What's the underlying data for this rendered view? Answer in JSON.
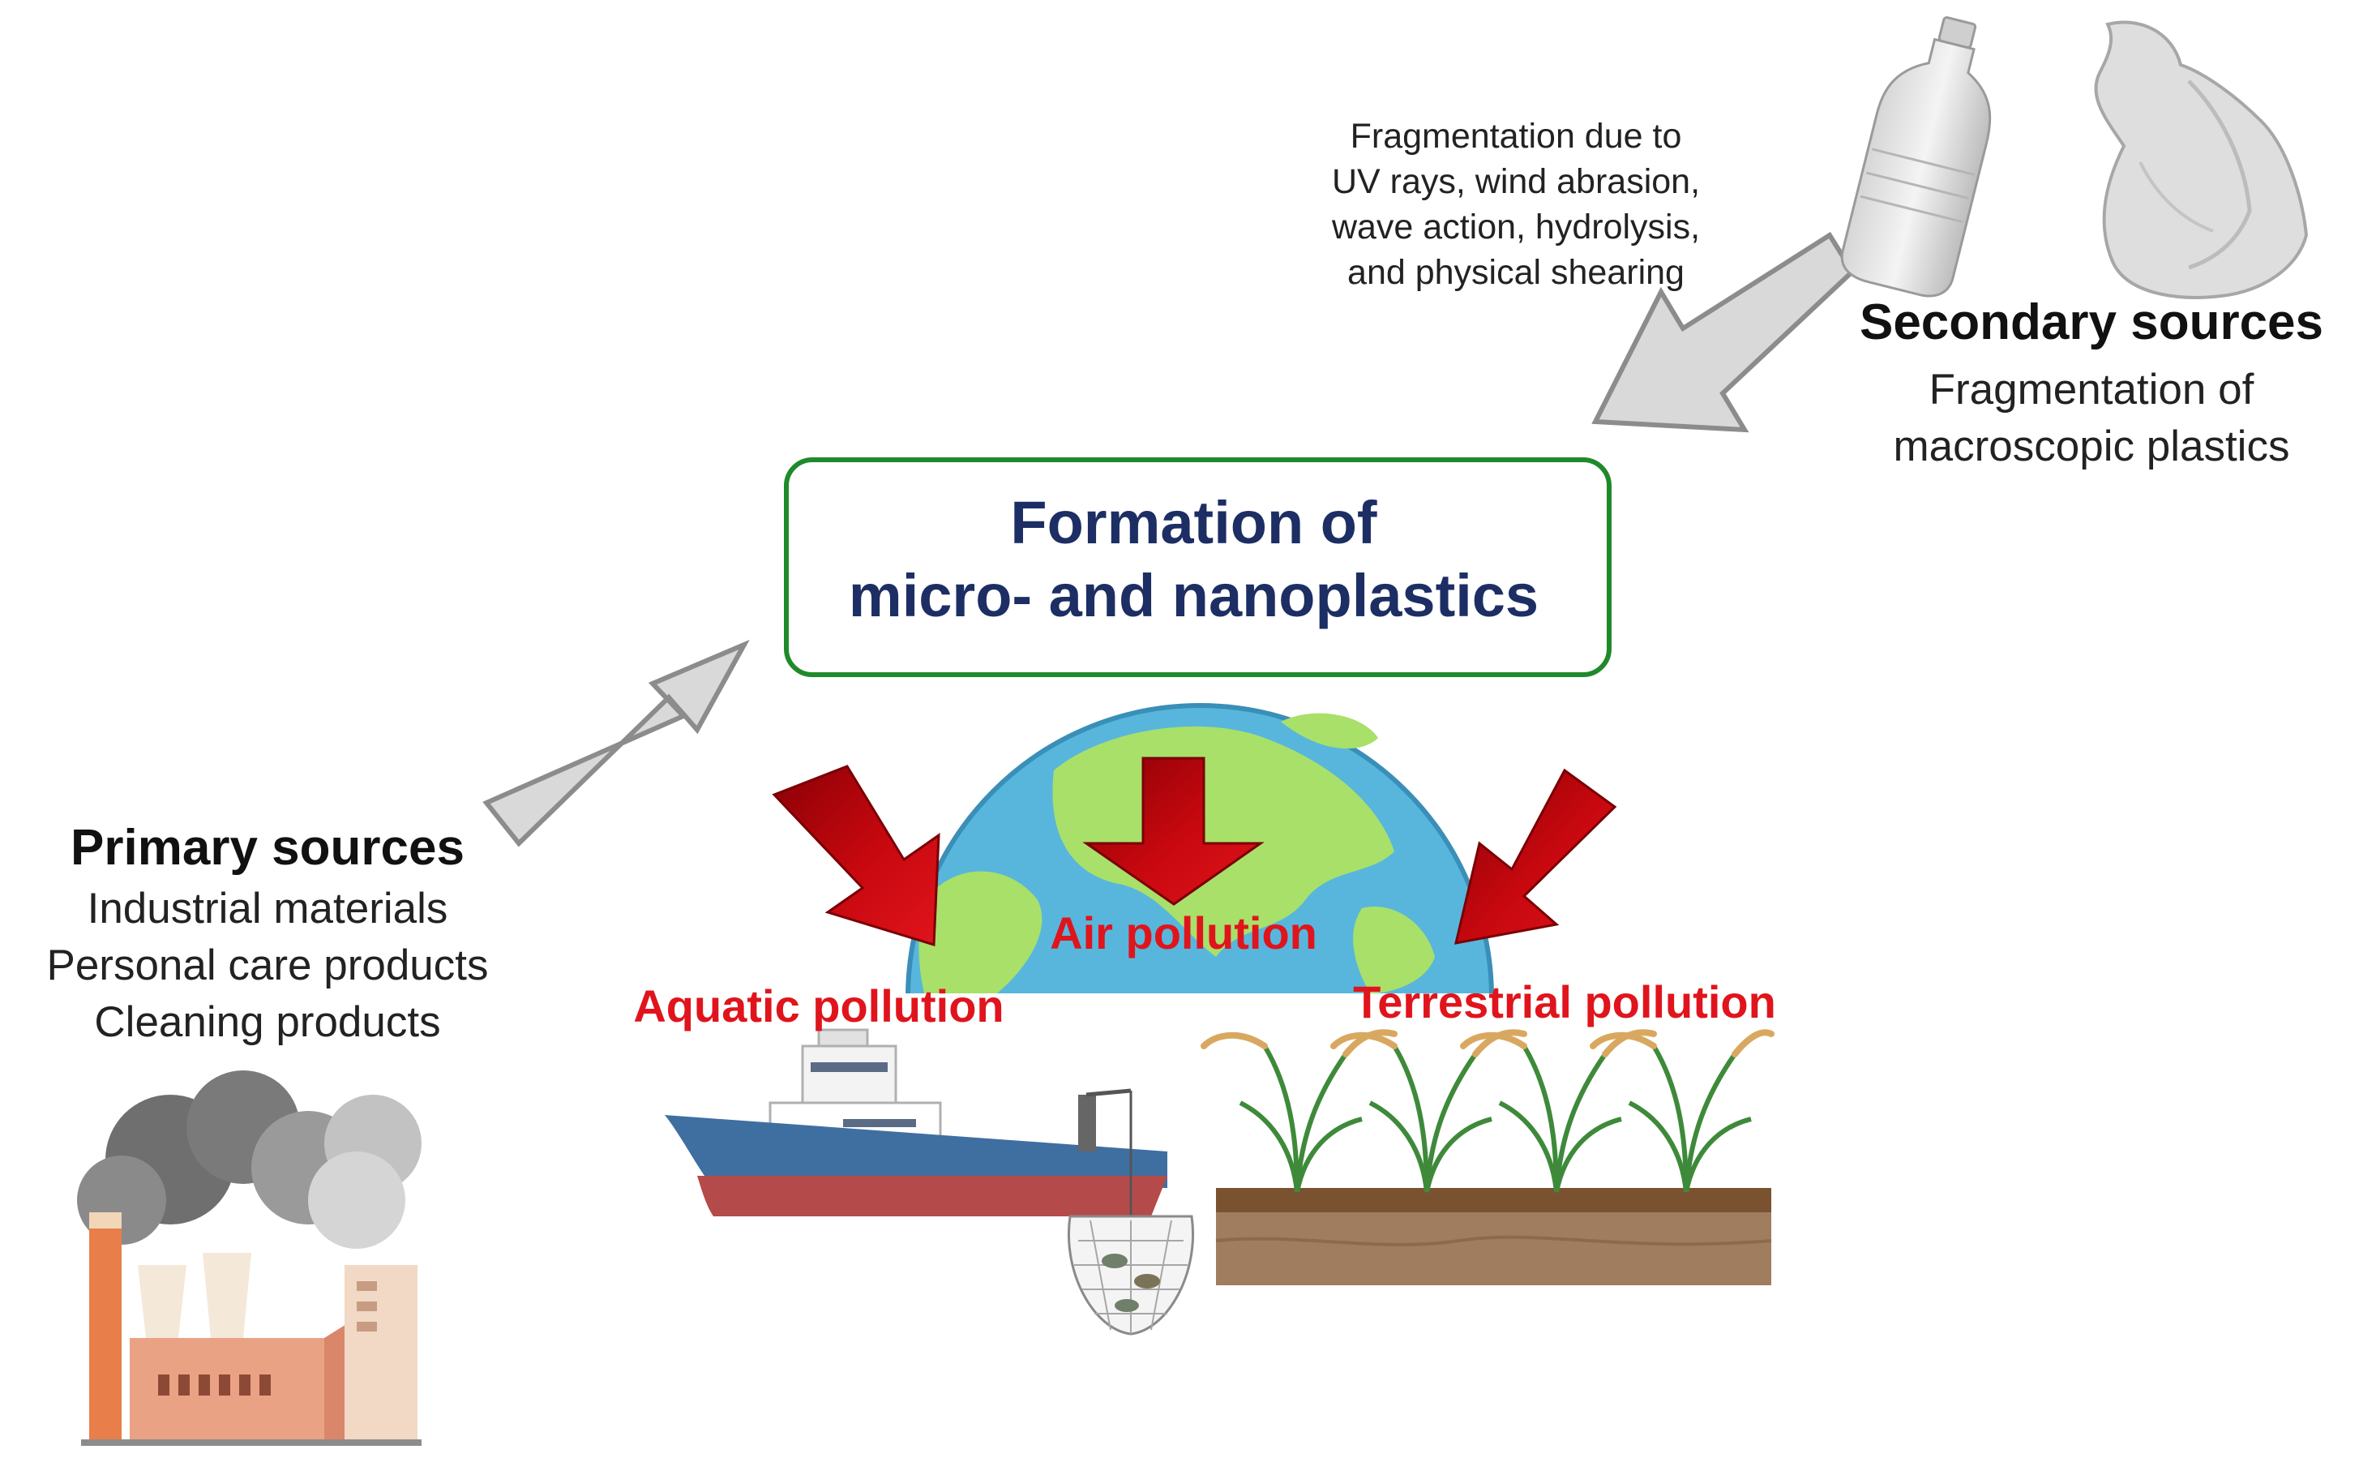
{
  "fragmentation_note": {
    "lines": [
      "Fragmentation due to",
      "UV rays, wind abrasion,",
      "wave action, hydrolysis,",
      "and physical shearing"
    ]
  },
  "secondary_sources": {
    "title": "Secondary sources",
    "lines": [
      "Fragmentation of",
      "macroscopic plastics"
    ]
  },
  "formation_box": {
    "lines": [
      "Formation of",
      "micro- and nanoplastics"
    ],
    "border_color": "#1f8a2a",
    "text_color": "#1c2e63"
  },
  "primary_sources": {
    "title": "Primary sources",
    "lines": [
      "Industrial materials",
      "Personal care products",
      "Cleaning products"
    ]
  },
  "pollution": {
    "air": "Air pollution",
    "aquatic": "Aquatic pollution",
    "terrestrial": "Terrestrial pollution",
    "label_color": "#e0141c",
    "arrow_color": "#b0060c"
  },
  "icons": [
    "plastic-bottle-icon",
    "plastic-bag-icon",
    "earth-globe-icon",
    "factory-icon",
    "fishing-ship-icon",
    "fishing-net-icon",
    "rice-plants-icon"
  ]
}
